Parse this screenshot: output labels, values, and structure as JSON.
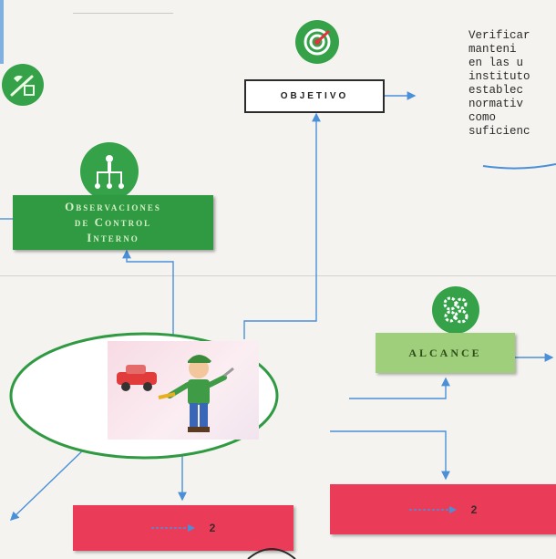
{
  "nodes": {
    "objetivo": {
      "label": "Objetivo",
      "icon": "target-icon"
    },
    "observaciones": {
      "line1": "Observaciones",
      "line2": "de Control",
      "line3": "Interno",
      "icon": "org-chart-icon"
    },
    "alcance": {
      "label": "Alcance",
      "icon": "gears-icon"
    },
    "top_left_icon": {
      "icon": "tools-icon"
    },
    "center_image": {
      "icon": "worker-clipart"
    },
    "bottom_left_box": {
      "label": "2"
    },
    "bottom_right_box": {
      "label": "2"
    }
  },
  "objective_text": {
    "lines": [
      "Verificar",
      "manteni",
      "en las u",
      "instituto",
      "establec",
      "normativ",
      "como",
      "suficienc"
    ]
  },
  "colors": {
    "dark_green": "#2f9a41",
    "light_green": "#9fcf7a",
    "red": "#ea3b59",
    "connector": "#4a90d9"
  }
}
